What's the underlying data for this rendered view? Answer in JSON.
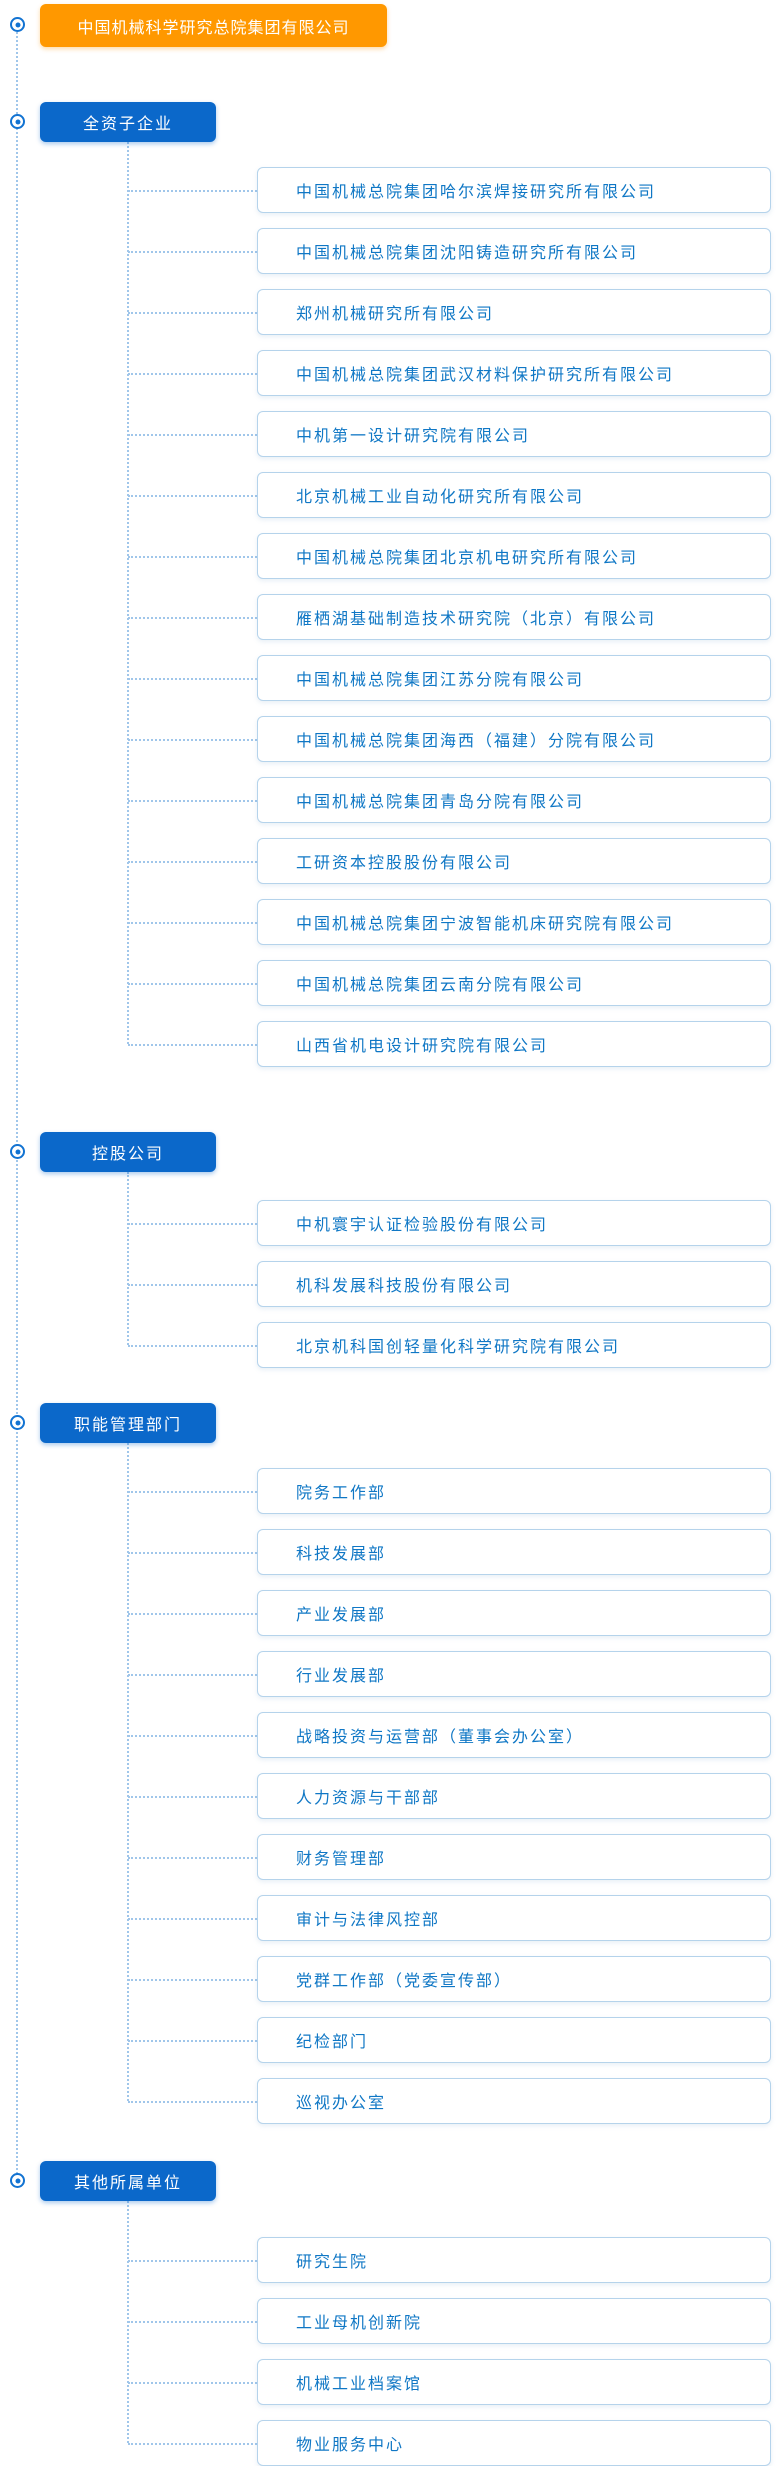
{
  "root": {
    "title": "中国机械科学研究总院集团有限公司"
  },
  "sections": [
    {
      "label": "全资子企业",
      "items": [
        "中国机械总院集团哈尔滨焊接研究所有限公司",
        "中国机械总院集团沈阳铸造研究所有限公司",
        "郑州机械研究所有限公司",
        "中国机械总院集团武汉材料保护研究所有限公司",
        "中机第一设计研究院有限公司",
        "北京机械工业自动化研究所有限公司",
        "中国机械总院集团北京机电研究所有限公司",
        "雁栖湖基础制造技术研究院（北京）有限公司",
        "中国机械总院集团江苏分院有限公司",
        "中国机械总院集团海西（福建）分院有限公司",
        "中国机械总院集团青岛分院有限公司",
        "工研资本控股股份有限公司",
        "中国机械总院集团宁波智能机床研究院有限公司",
        "中国机械总院集团云南分院有限公司",
        "山西省机电设计研究院有限公司"
      ]
    },
    {
      "label": "控股公司",
      "items": [
        "中机寰宇认证检验股份有限公司",
        "机科发展科技股份有限公司",
        "北京机科国创轻量化科学研究院有限公司"
      ]
    },
    {
      "label": "职能管理部门",
      "items": [
        "院务工作部",
        "科技发展部",
        "产业发展部",
        "行业发展部",
        "战略投资与运营部（董事会办公室）",
        "人力资源与干部部",
        "财务管理部",
        "审计与法律风控部",
        "党群工作部（党委宣传部）",
        "纪检部门",
        "巡视办公室"
      ]
    },
    {
      "label": "其他所属单位",
      "items": [
        "研究生院",
        "工业母机创新院",
        "机械工业档案馆",
        "物业服务中心"
      ]
    }
  ],
  "icons": {
    "bullet": "radio-dot-icon"
  },
  "colors": {
    "root_bg": "#FF9800",
    "category_bg": "#0B68CA",
    "item_text": "#0F77C5",
    "item_border": "#B5D3EB",
    "connector": "#A0C6EA",
    "bullet": "#1273D2"
  }
}
